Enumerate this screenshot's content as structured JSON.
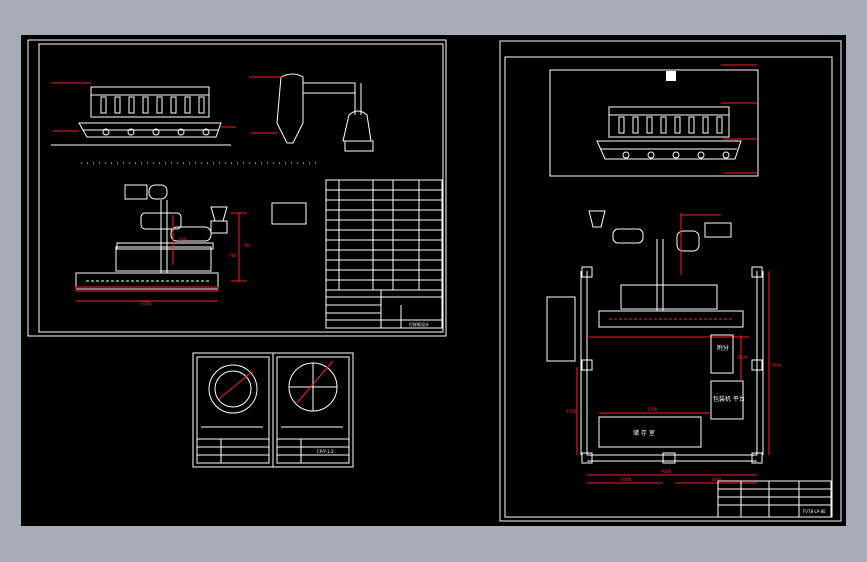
{
  "sheets": {
    "sheet1": {
      "title_block_code": "打样纸设计",
      "dimension_labels": [
        "6700",
        "780",
        "790",
        "500"
      ]
    },
    "sheet2": {
      "title_block_code": "CP/Y-1-2"
    },
    "sheet3": {
      "title_block_code": "FVT8-LP-80",
      "rooms": {
        "room_a": "附分",
        "room_b": "包装机\n平台",
        "room_c": "储\n存\n室"
      },
      "dimension_labels": [
        "7000",
        "1500",
        "3700",
        "9000",
        "6000",
        "1600",
        "2700"
      ]
    }
  }
}
